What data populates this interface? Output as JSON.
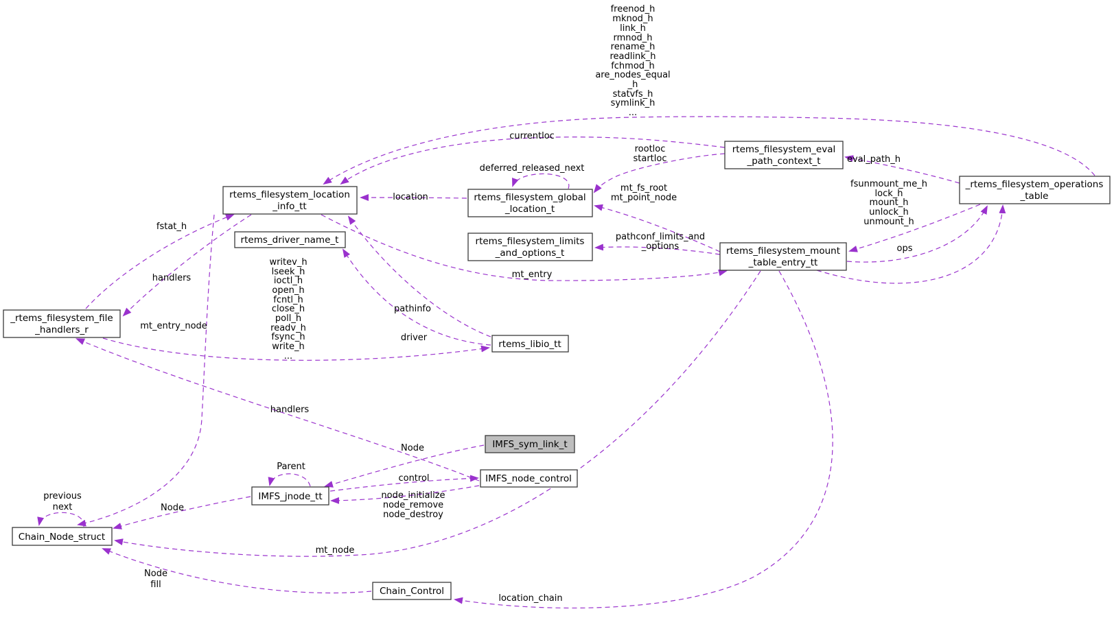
{
  "colors": {
    "edge": "#9A32CD",
    "box_border": "#3a3a3a",
    "main_node_fill": "#BEBEBE",
    "background": "#ffffff"
  },
  "nodes": {
    "location_info": {
      "lines": [
        "rtems_filesystem_location",
        "_info_tt"
      ]
    },
    "driver_name": {
      "lines": [
        "rtems_driver_name_t"
      ]
    },
    "global_location": {
      "lines": [
        "rtems_filesystem_global",
        "_location_t"
      ]
    },
    "limits_options": {
      "lines": [
        "rtems_filesystem_limits",
        "_and_options_t"
      ]
    },
    "eval_context": {
      "lines": [
        "rtems_filesystem_eval",
        "_path_context_t"
      ]
    },
    "ops_table": {
      "lines": [
        "_rtems_filesystem_operations",
        "_table"
      ]
    },
    "mount_entry": {
      "lines": [
        "rtems_filesystem_mount",
        "_table_entry_tt"
      ]
    },
    "file_handlers": {
      "lines": [
        "_rtems_filesystem_file",
        "_handlers_r"
      ]
    },
    "libio": {
      "lines": [
        "rtems_libio_tt"
      ]
    },
    "sym_link": {
      "lines": [
        "IMFS_sym_link_t"
      ]
    },
    "node_control": {
      "lines": [
        "IMFS_node_control"
      ]
    },
    "jnode": {
      "lines": [
        "IMFS_jnode_tt"
      ]
    },
    "chain_node": {
      "lines": [
        "Chain_Node_struct"
      ]
    },
    "chain_control": {
      "lines": [
        "Chain_Control"
      ]
    }
  },
  "labels": {
    "ops_location_members": [
      "freenod_h",
      "mknod_h",
      "link_h",
      "rmnod_h",
      "rename_h",
      "readlink_h",
      "fchmod_h",
      "are_nodes_equal",
      "_h",
      "statvfs_h",
      "symlink_h",
      "..."
    ],
    "currentloc": "currentloc",
    "rootloc_startloc": [
      "rootloc",
      "startloc"
    ],
    "deferred_released_next": "deferred_released_next",
    "eval_path_h": "eval_path_h",
    "location": "location",
    "mt_fs_root_mt_point_node": [
      "mt_fs_root",
      "mt_point_node"
    ],
    "ops_mount_members": [
      "fsunmount_me_h",
      "lock_h",
      "mount_h",
      "unlock_h",
      "unmount_h"
    ],
    "pathconf": [
      "pathconf_limits_and",
      "_options"
    ],
    "ops": "ops",
    "mt_entry": "mt_entry",
    "fstat_h": "fstat_h",
    "handlers": "handlers",
    "mt_entry_node": "mt_entry_node",
    "handlers_libio_members": [
      "writev_h",
      "lseek_h",
      "ioctl_h",
      "open_h",
      "fcntl_h",
      "close_h",
      "poll_h",
      "readv_h",
      "fsync_h",
      "write_h",
      "..."
    ],
    "pathinfo": "pathinfo",
    "driver": "driver",
    "handlers2": "handlers",
    "node1": "Node",
    "parent": "Parent",
    "control": "control",
    "node_control_members": [
      "node_initialize",
      "node_remove",
      "node_destroy"
    ],
    "previous_next": [
      "previous",
      "next"
    ],
    "node2": "Node",
    "mt_node": "mt_node",
    "node_fill": [
      "Node",
      "fill"
    ],
    "location_chain": "location_chain"
  }
}
